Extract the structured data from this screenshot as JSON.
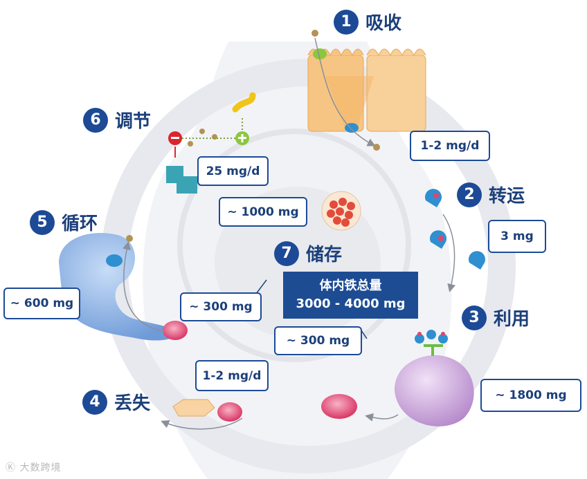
{
  "steps": [
    {
      "num": "1",
      "label": "吸收"
    },
    {
      "num": "2",
      "label": "转运"
    },
    {
      "num": "3",
      "label": "利用"
    },
    {
      "num": "4",
      "label": "丢失"
    },
    {
      "num": "5",
      "label": "循环"
    },
    {
      "num": "6",
      "label": "调节"
    },
    {
      "num": "7",
      "label": "储存"
    }
  ],
  "values": {
    "absorption": "1-2 mg/d",
    "transport": "3 mg",
    "utilization": "~ 1800 mg",
    "loss": "1-2 mg/d",
    "circulation": "~ 600 mg",
    "regulation": "25 mg/d",
    "storage_liver": "~ 1000 mg",
    "storage_spleen": "~ 300 mg",
    "storage_other": "~ 300 mg"
  },
  "total": {
    "line1": "体内铁总量",
    "line2": "3000 - 4000 mg"
  },
  "watermark": "大数跨境",
  "colors": {
    "accent": "#1c4a96",
    "ring": "#e9ebef",
    "villi": "#f5c27e",
    "rbc": "#e0456e",
    "macrophage": "#8fb5e8",
    "erythroblast": "#cfa3df"
  }
}
